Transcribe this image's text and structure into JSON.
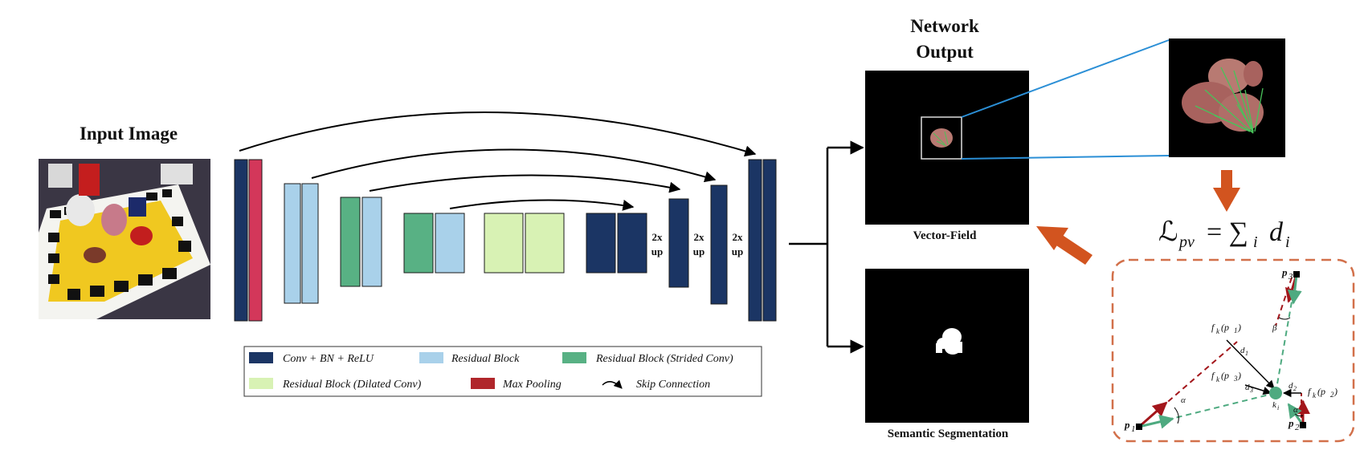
{
  "titles": {
    "input": "Input Image",
    "network_output_line1": "Network",
    "network_output_line2": "Output",
    "vector_field": "Vector-Field",
    "semantic_segmentation": "Semantic Segmentation"
  },
  "upsample_label_top": "2x",
  "upsample_label_bottom": "up",
  "legend": {
    "conv": "Conv + BN + ReLU",
    "residual": "Residual Block",
    "residual_strided": "Residual Block (Strided Conv)",
    "residual_dilated": "Residual Block (Dilated Conv)",
    "max_pooling": "Max Pooling",
    "skip": "Skip Connection"
  },
  "loss": {
    "lhs": "ℒ",
    "sub": "pv",
    "rhs": "= ∑",
    "sum_sub": "i",
    "term": "d",
    "term_sub": "i"
  },
  "geometry_labels": {
    "p1": "p",
    "p1_sub": "1",
    "p2": "p",
    "p2_sub": "2",
    "p3": "p",
    "p3_sub": "3",
    "fk_p1": "f",
    "fk_p1_rest": "(p",
    "fk_p1_idx": "1",
    "fk_p3": "f",
    "fk_p3_rest": "(p",
    "fk_p3_idx": "3",
    "fk_p2": "f",
    "fk_p2_rest": "(p",
    "fk_p2_idx": "2",
    "d1": "d",
    "d1_sub": "1",
    "d2": "d",
    "d2_sub": "2",
    "d3": "d",
    "d3_sub": "3",
    "ki": "k",
    "ki_sub": "i",
    "alpha": "α",
    "beta": "β",
    "k_sub": "k",
    "close_paren": ")"
  },
  "colors": {
    "conv": "#1b3564",
    "residual": "#a9d1ea",
    "residual_strided": "#58b184",
    "residual_dilated": "#d8f2b4",
    "max_pooling": "#d3375a",
    "legend_max_pooling": "#b0262b",
    "arrow_orange": "#d2541f",
    "callout_blue": "#2b8fd6",
    "dashed_red": "#a3161b",
    "dashed_green": "#4eaa80"
  }
}
